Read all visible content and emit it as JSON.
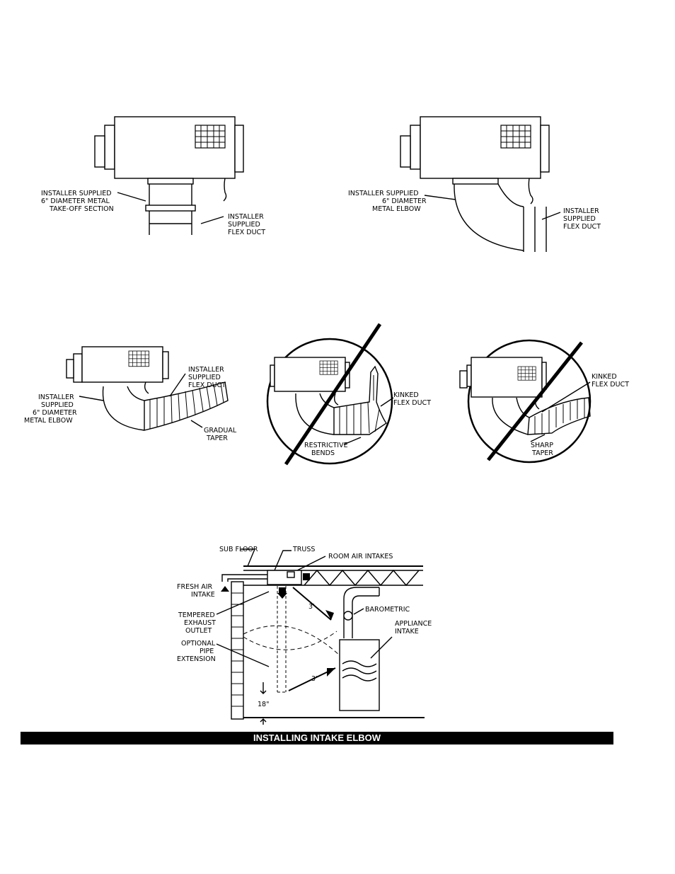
{
  "figure1": {
    "label_elbow_takeoff": [
      "INSTALLER SUPPLIED",
      "6\" DIAMETER METAL",
      "TAKE-OFF SECTION"
    ],
    "label_flex": [
      "INSTALLER",
      "SUPPLIED",
      "FLEX DUCT"
    ]
  },
  "figure2": {
    "label_elbow": [
      "INSTALLER SUPPLIED",
      "6\" DIAMETER",
      "METAL ELBOW"
    ],
    "label_flex": [
      "INSTALLER",
      "SUPPLIED",
      "FLEX DUCT"
    ]
  },
  "figure3": {
    "label_elbow": [
      "INSTALLER",
      "SUPPLIED",
      "6\" DIAMETER",
      "METAL ELBOW"
    ],
    "label_flex": [
      "INSTALLER",
      "SUPPLIED",
      "FLEX DUCT"
    ],
    "label_taper": [
      "GRADUAL",
      "TAPER"
    ]
  },
  "figure4": {
    "label_kinked": [
      "KINKED",
      "FLEX DUCT"
    ],
    "label_bends": [
      "RESTRICTIVE",
      "BENDS"
    ]
  },
  "figure5": {
    "label_kinked": [
      "KINKED",
      "FLEX DUCT"
    ],
    "label_taper": [
      "SHARP",
      "TAPER"
    ]
  },
  "figure6": {
    "sub_floor": "SUB FLOOR",
    "truss": "TRUSS",
    "room_air": "ROOM AIR INTAKES",
    "fresh_air": [
      "FRESH AIR",
      "INTAKE"
    ],
    "tempered": [
      "TEMPERED",
      "EXHAUST",
      "OUTLET"
    ],
    "optional": [
      "OPTIONAL",
      "PIPE",
      "EXTENSION"
    ],
    "barometric": "BAROMETRIC",
    "appliance": [
      "APPLIANCE",
      "INTAKE"
    ],
    "dist_top": "3'",
    "dist_bottom": "3'",
    "dist_floor": "18\""
  },
  "caption": "INSTALLING INTAKE ELBOW"
}
